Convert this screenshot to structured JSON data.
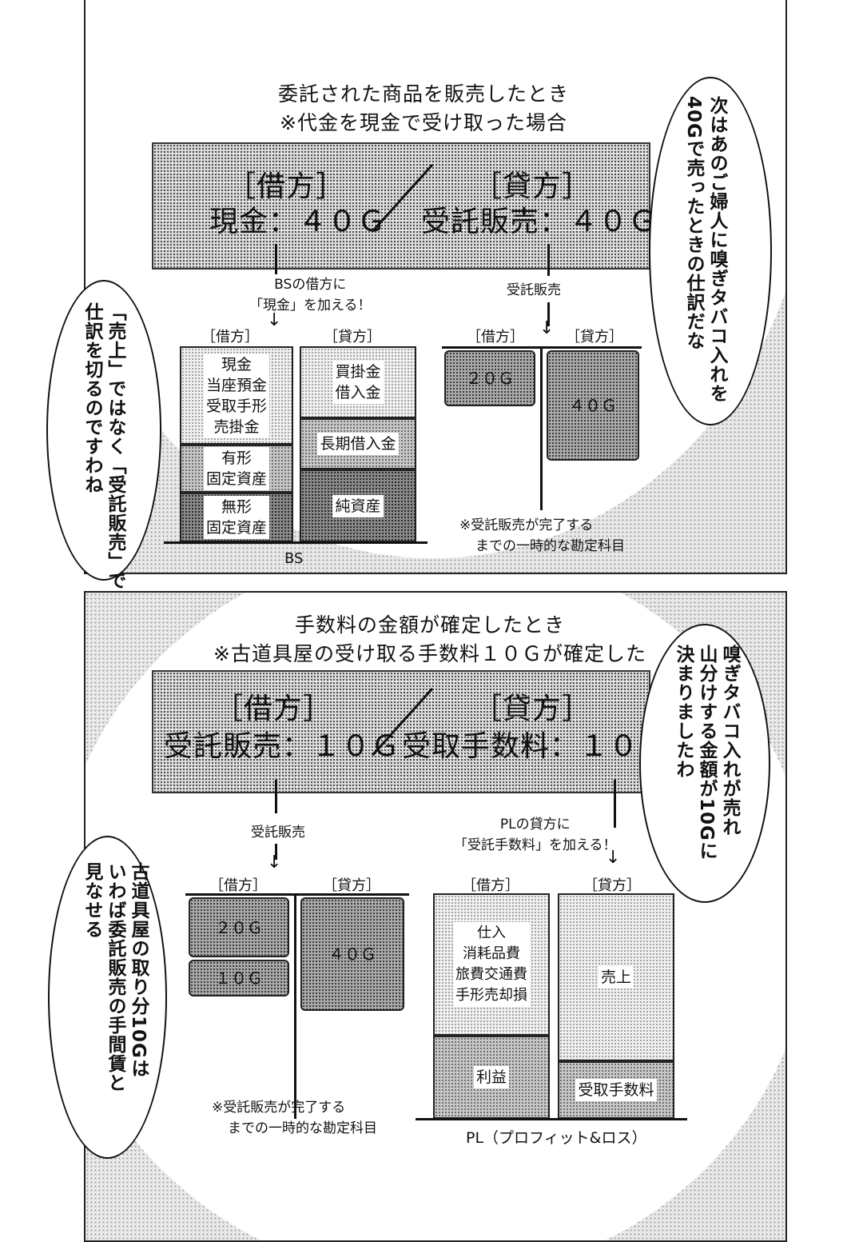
{
  "panel1": {
    "caption_line1": "委託された商品を販売したとき",
    "caption_line2": "※代金を現金で受け取った場合",
    "entry": {
      "debit_header": "［借方］",
      "debit_value": "現金：４０Ｇ",
      "credit_header": "［貸方］",
      "credit_value": "受託販売：４０Ｇ"
    },
    "left_note_line1": "BSの借方に",
    "left_note_line2": "「現金」を加える！",
    "right_note": "受託販売",
    "bs": {
      "debit_header": "［借方］",
      "credit_header": "［貸方］",
      "debit_blocks": [
        "現金\n当座預金\n受取手形\n売掛金",
        "有形\n固定資産",
        "無形\n固定資産"
      ],
      "credit_blocks": [
        "買掛金\n借入金",
        "長期借入金",
        "純資産"
      ],
      "label": "BS"
    },
    "t_account": {
      "debit_header": "［借方］",
      "credit_header": "［貸方］",
      "debit_value": "２０Ｇ",
      "credit_value": "４０Ｇ",
      "footnote_line1": "※受託販売が完了する",
      "footnote_line2": "までの一時的な勘定科目"
    },
    "bubble_right": "次はあのご婦人に嗅ぎタバコ入れを\n40Gで売ったときの仕訳だな",
    "bubble_left": "「売上」ではなく「受託販売」で\n仕訳を切るのですわね"
  },
  "panel2": {
    "caption_line1": "手数料の金額が確定したとき",
    "caption_line2": "※古道具屋の受け取る手数料１０Ｇが確定した",
    "entry": {
      "debit_header": "［借方］",
      "debit_value": "受託販売：１０Ｇ",
      "credit_header": "［貸方］",
      "credit_value": "受取手数料：１０Ｇ"
    },
    "left_note": "受託販売",
    "right_note_line1": "PLの貸方に",
    "right_note_line2": "「受託手数料」を加える！",
    "t_account": {
      "debit_header": "［借方］",
      "credit_header": "［貸方］",
      "debit_values": [
        "２０Ｇ",
        "１０Ｇ"
      ],
      "credit_value": "４０Ｇ",
      "footnote_line1": "※受託販売が完了する",
      "footnote_line2": "までの一時的な勘定科目"
    },
    "pl": {
      "debit_header": "［借方］",
      "credit_header": "［貸方］",
      "debit_blocks": [
        "仕入\n消耗品費\n旅費交通費\n手形売却損",
        "利益"
      ],
      "credit_blocks": [
        "売上",
        "受取手数料"
      ],
      "label": "PL（プロフィット&ロス）"
    },
    "bubble_right": "嗅ぎタバコ入れが売れ\n山分けする金額が10Gに\n決まりましたわ",
    "bubble_left": "古道具屋の取り分10Gは\nいわば委託販売の手間賃と\n見なせる"
  }
}
